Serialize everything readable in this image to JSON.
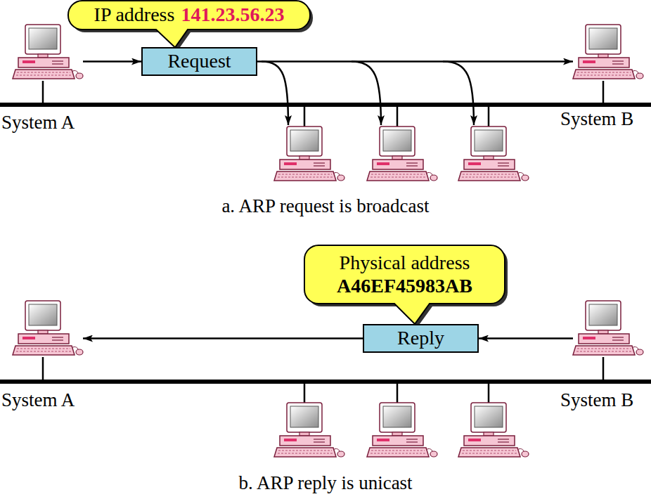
{
  "diagram": {
    "nodes": [
      {
        "text": [
          "IP address",
          "141.23.56.23"
        ]
      },
      {
        "text": [
          "Request"
        ]
      },
      {
        "text": [
          "System A"
        ]
      },
      {
        "text": [
          "System B"
        ]
      },
      {
        "text": [
          "Physical address",
          "A46EF45983AB"
        ]
      },
      {
        "text": [
          "Reply"
        ]
      },
      {
        "text": [
          "System A"
        ]
      },
      {
        "text": [
          "System B"
        ]
      }
    ],
    "edges": [
      {
        "from": 2,
        "to": 1,
        "arrow": "to"
      },
      {
        "from": 1,
        "to": 3,
        "arrow": "to"
      },
      {
        "from": 7,
        "to": 5,
        "arrow": "to"
      },
      {
        "from": 5,
        "to": 6,
        "arrow": "to"
      }
    ],
    "labels": [
      "a. ARP request is broadcast",
      "b. ARP reply is unicast"
    ]
  }
}
